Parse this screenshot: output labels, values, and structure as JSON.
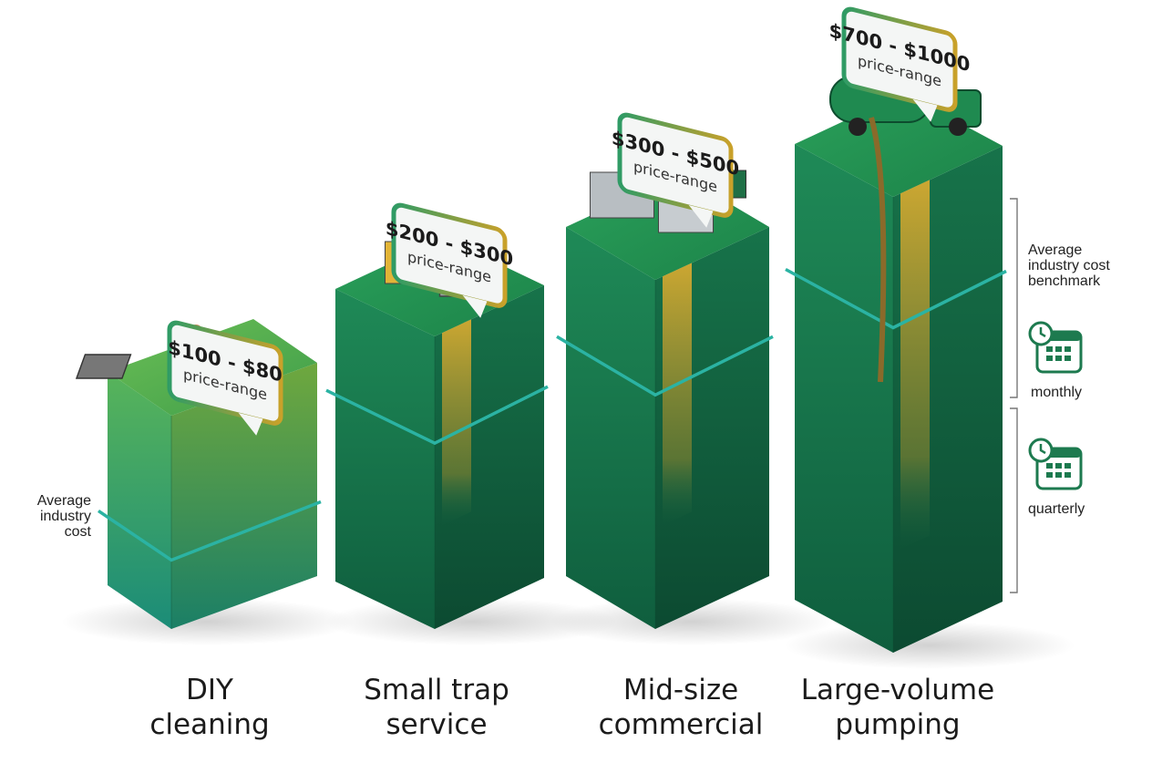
{
  "chart_data": {
    "type": "bar",
    "title": "",
    "categories": [
      "DIY cleaning",
      "Small trap service",
      "Mid-size commercial",
      "Large-volume pumping"
    ],
    "category_lines": [
      [
        "DIY",
        "cleaning"
      ],
      [
        "Small trap",
        "service"
      ],
      [
        "Mid-size",
        "commercial"
      ],
      [
        "Large-volume",
        "pumping"
      ]
    ],
    "price_labels": [
      "$100 - $80",
      "$200 - $300",
      "$300 - $500",
      "$700 - $1000"
    ],
    "price_caption": "price-range",
    "ranges": [
      [
        80,
        100
      ],
      [
        200,
        300
      ],
      [
        300,
        500
      ],
      [
        700,
        1000
      ]
    ],
    "annotations": {
      "left_benchmark": [
        "Average",
        "industry",
        "cost"
      ],
      "right_benchmark": [
        "Average",
        "industry cost",
        "benchmark"
      ],
      "frequency_monthly": "monthly",
      "frequency_quarterly": "quarterly"
    },
    "icons": [
      "worker-kneeling-icon",
      "pressure-washer-icon",
      "kitchen-equipment-icon",
      "vacuum-truck-icon",
      "calendar-clock-icon"
    ],
    "colors": {
      "green_dark": "#0f5a3c",
      "green_mid": "#1a7f52",
      "green_top": "#23944f",
      "amber": "#d8a22a",
      "teal_line": "#2bb3a3",
      "bubble_border": "#3aa06a"
    },
    "grid": false,
    "legend": "none"
  }
}
